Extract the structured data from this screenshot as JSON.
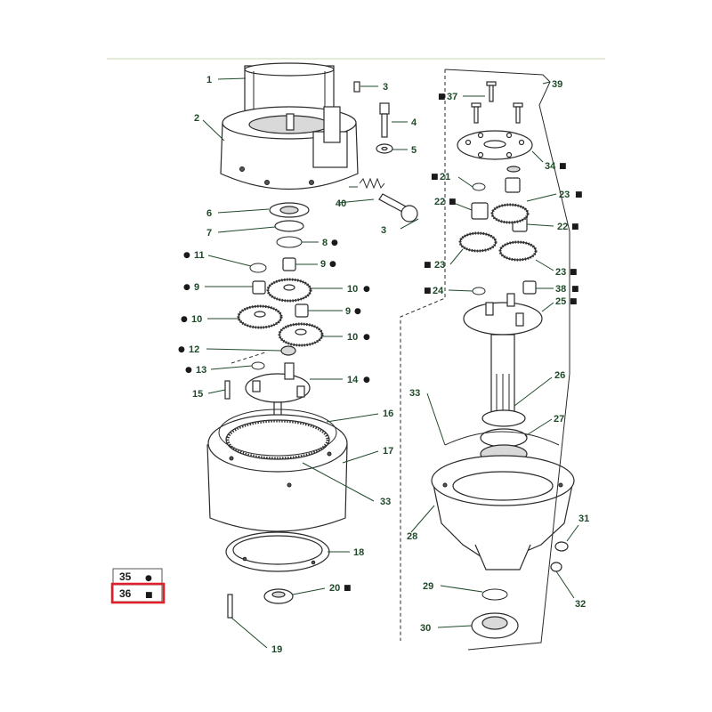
{
  "markers": {
    "square": "■",
    "dot": "●"
  },
  "colors": {
    "label": "#1f4a2a",
    "highlight": "#e01f2a",
    "rule": "#d8e6c8"
  },
  "labels": [
    {
      "id": "l1",
      "text": "1"
    },
    {
      "id": "l2",
      "text": "2"
    },
    {
      "id": "l3a",
      "text": "3"
    },
    {
      "id": "l3b",
      "text": "3"
    },
    {
      "id": "l4",
      "text": "4"
    },
    {
      "id": "l5",
      "text": "5"
    },
    {
      "id": "l6",
      "text": "6"
    },
    {
      "id": "l7",
      "text": "7"
    },
    {
      "id": "l8",
      "text": "8"
    },
    {
      "id": "l9a",
      "text": "9"
    },
    {
      "id": "l9b",
      "text": "9"
    },
    {
      "id": "l9c",
      "text": "9"
    },
    {
      "id": "l10a",
      "text": "10"
    },
    {
      "id": "l10b",
      "text": "10"
    },
    {
      "id": "l10c",
      "text": "10"
    },
    {
      "id": "l11",
      "text": "11"
    },
    {
      "id": "l12",
      "text": "12"
    },
    {
      "id": "l13",
      "text": "13"
    },
    {
      "id": "l14",
      "text": "14"
    },
    {
      "id": "l15",
      "text": "15"
    },
    {
      "id": "l16",
      "text": "16"
    },
    {
      "id": "l17",
      "text": "17"
    },
    {
      "id": "l18",
      "text": "18"
    },
    {
      "id": "l19",
      "text": "19"
    },
    {
      "id": "l20",
      "text": "20"
    },
    {
      "id": "l21",
      "text": "21"
    },
    {
      "id": "l22a",
      "text": "22"
    },
    {
      "id": "l22b",
      "text": "22"
    },
    {
      "id": "l23a",
      "text": "23"
    },
    {
      "id": "l23b",
      "text": "23"
    },
    {
      "id": "l23c",
      "text": "23"
    },
    {
      "id": "l24",
      "text": "24"
    },
    {
      "id": "l25",
      "text": "25"
    },
    {
      "id": "l26",
      "text": "26"
    },
    {
      "id": "l27",
      "text": "27"
    },
    {
      "id": "l28",
      "text": "28"
    },
    {
      "id": "l29",
      "text": "29"
    },
    {
      "id": "l30",
      "text": "30"
    },
    {
      "id": "l31",
      "text": "31"
    },
    {
      "id": "l32",
      "text": "32"
    },
    {
      "id": "l33a",
      "text": "33"
    },
    {
      "id": "l33b",
      "text": "33"
    },
    {
      "id": "l34",
      "text": "34"
    },
    {
      "id": "l37",
      "text": "37"
    },
    {
      "id": "l38",
      "text": "38"
    },
    {
      "id": "l39",
      "text": "39"
    },
    {
      "id": "l40",
      "text": "40"
    }
  ],
  "legend": [
    {
      "number": "35",
      "marker": "●",
      "highlighted": false
    },
    {
      "number": "36",
      "marker": "■",
      "highlighted": true
    }
  ]
}
